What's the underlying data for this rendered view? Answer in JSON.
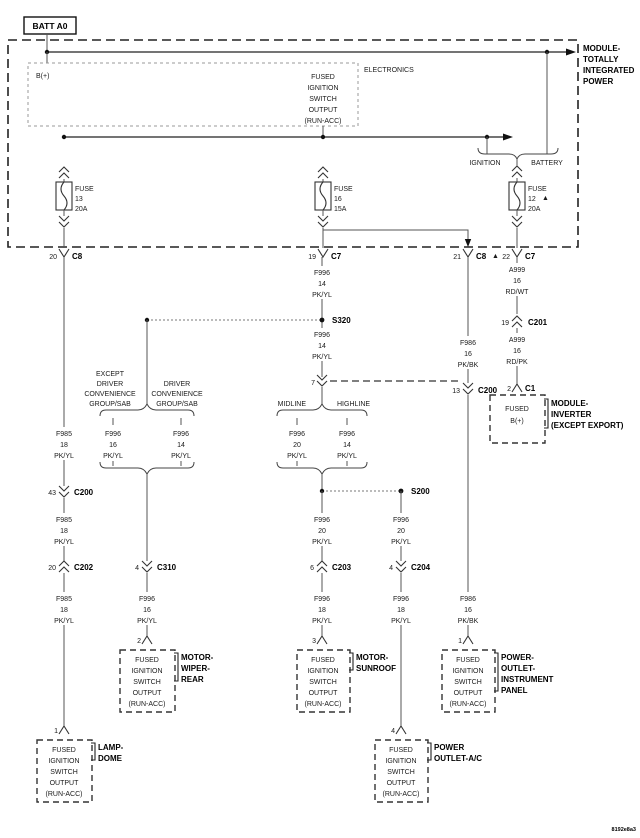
{
  "diagram_id": "8192e8a3",
  "batt_tag": "BATT A0",
  "tipm_label": [
    "MODULE-",
    "TOTALLY",
    "INTEGRATED",
    "POWER"
  ],
  "electronics_label": "ELECTRONICS",
  "b_plus": "B(+)",
  "fused_output": [
    "FUSED",
    "IGNITION",
    "SWITCH",
    "OUTPUT",
    "(RUN-ACC)"
  ],
  "ignition": "IGNITION",
  "battery": "BATTERY",
  "fuse_word": "FUSE",
  "fuse13": {
    "num": "13",
    "amp": "20A"
  },
  "fuse16": {
    "num": "16",
    "amp": "15A"
  },
  "fuse12": {
    "num": "12",
    "amp": "20A",
    "flag": "▲"
  },
  "pins": {
    "c8_left": {
      "pin": "20",
      "name": "C8"
    },
    "c7_mid": {
      "pin": "19",
      "name": "C7"
    },
    "c8_right": {
      "pin": "21",
      "name": "C8",
      "flag": "▲"
    },
    "c7_right": {
      "pin": "22",
      "name": "C7"
    },
    "c201": {
      "pin": "19",
      "name": "C201"
    },
    "c1": {
      "pin": "2",
      "name": "C1"
    },
    "c200_a": {
      "pin": "43",
      "name": "C200"
    },
    "c202": {
      "pin": "20",
      "name": "C202"
    },
    "c310": {
      "pin": "4",
      "name": "C310"
    },
    "c200_b": {
      "pin": "7"
    },
    "c200_c": {
      "pin": "13",
      "name": "C200"
    },
    "c203": {
      "pin": "6",
      "name": "C203"
    },
    "c204": {
      "pin": "4",
      "name": "C204"
    },
    "lamp": {
      "pin": "1"
    },
    "wiper": {
      "pin": "2"
    },
    "sunroof": {
      "pin": "3"
    },
    "outlet_ip": {
      "pin": "1"
    },
    "outlet_ac": {
      "pin": "4"
    }
  },
  "splices": {
    "s320": "S320",
    "s200": "S200"
  },
  "wires": {
    "f985_18": [
      "F985",
      "18",
      "PK/YL"
    ],
    "f996_14": [
      "F996",
      "14",
      "PK/YL"
    ],
    "f996_16": [
      "F996",
      "16",
      "PK/YL"
    ],
    "f996_20": [
      "F996",
      "20",
      "PK/YL"
    ],
    "f996_18": [
      "F996",
      "18",
      "PK/YL"
    ],
    "f986_16": [
      "F986",
      "16",
      "PK/BK"
    ],
    "a999_rdwt": [
      "A999",
      "16",
      "RD/WT"
    ],
    "a999_rdpk": [
      "A999",
      "16",
      "RD/PK"
    ]
  },
  "branches": {
    "except_dcg": [
      "EXCEPT",
      "DRIVER",
      "CONVENIENCE",
      "GROUP/SAB"
    ],
    "dcg": [
      "DRIVER",
      "CONVENIENCE",
      "GROUP/SAB"
    ],
    "midline": "MIDLINE",
    "highline": "HIGHLINE"
  },
  "modules": {
    "inverter": {
      "label": [
        "MODULE-",
        "INVERTER",
        "(EXCEPT EXPORT)"
      ],
      "inner": [
        "FUSED",
        "B(+)"
      ]
    },
    "wiper": [
      "MOTOR-",
      "WIPER-",
      "REAR"
    ],
    "sunroof": [
      "MOTOR-",
      "SUNROOF"
    ],
    "outlet_ip": [
      "POWER-",
      "OUTLET-",
      "INSTRUMENT",
      "PANEL"
    ],
    "lamp": [
      "LAMP-",
      "DOME"
    ],
    "outlet_ac": [
      "POWER",
      "OUTLET-A/C"
    ]
  }
}
